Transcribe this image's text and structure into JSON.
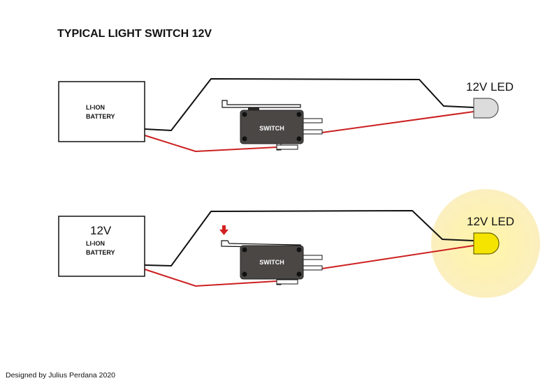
{
  "title": "TYPICAL LIGHT SWITCH 12V",
  "footer": "Designed by Julius Perdana 2020",
  "circuit_top": {
    "battery": {
      "line1": "LI-ION",
      "line2": "BATTERY"
    },
    "switch_label": "SWITCH",
    "led_label": "12V LED",
    "state": "off"
  },
  "circuit_bottom": {
    "battery": {
      "voltage": "12V",
      "line1": "LI-ION",
      "line2": "BATTERY"
    },
    "switch_label": "SWITCH",
    "led_label": "12V LED",
    "state": "on"
  },
  "colors": {
    "wire_positive": "#cc1f1f",
    "wire_negative": "#111111",
    "switch_body": "#4a4745",
    "led_off": "#dcdcdc",
    "led_on": "#f5e400",
    "glow": "#fdf6b8",
    "arrow": "#d42020"
  }
}
